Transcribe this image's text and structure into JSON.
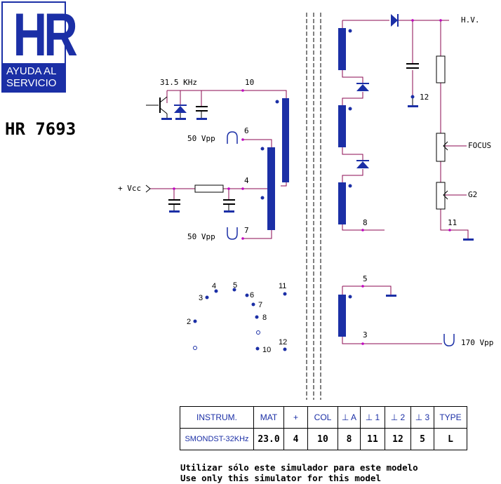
{
  "logo": {
    "letters": "HR",
    "line1": "AYUDA AL",
    "line2": "SERVICIO"
  },
  "model": "HR 7693",
  "labels": {
    "freq": "31.5 KHz",
    "vpp_upper": "50 Vpp",
    "vpp_lower": "50 Vpp",
    "vcc": "+ Vcc",
    "hv": "H.V.",
    "focus": "FOCUS",
    "g2": "G2",
    "vpp_170": "170 Vpp"
  },
  "pins": {
    "p10": "10",
    "p6": "6",
    "p4": "4",
    "p7": "7",
    "p12": "12",
    "p8": "8",
    "p11": "11",
    "p5": "5",
    "p3": "3"
  },
  "connector": {
    "c4": "4",
    "c5": "5",
    "c3": "3",
    "c6": "6",
    "c7": "7",
    "c8": "8",
    "c2": "2",
    "c10": "10",
    "c11": "11",
    "c12": "12"
  },
  "table": {
    "headers": [
      "INSTRUM.",
      "MAT",
      "+",
      "COL",
      "⊥ A",
      "⊥ 1",
      "⊥ 2",
      "⊥ 3",
      "TYPE"
    ],
    "values": [
      "SMONDST-32KHz",
      "23.0",
      "4",
      "10",
      "8",
      "11",
      "12",
      "5",
      "L"
    ]
  },
  "note": {
    "line1": "Utilizar sólo este simulador para este modelo",
    "line2": "Use only this simulator for this model"
  },
  "colors": {
    "wire": "#8b0a50",
    "component": "#1b2fa6",
    "pin_dot": "#c000c0"
  }
}
